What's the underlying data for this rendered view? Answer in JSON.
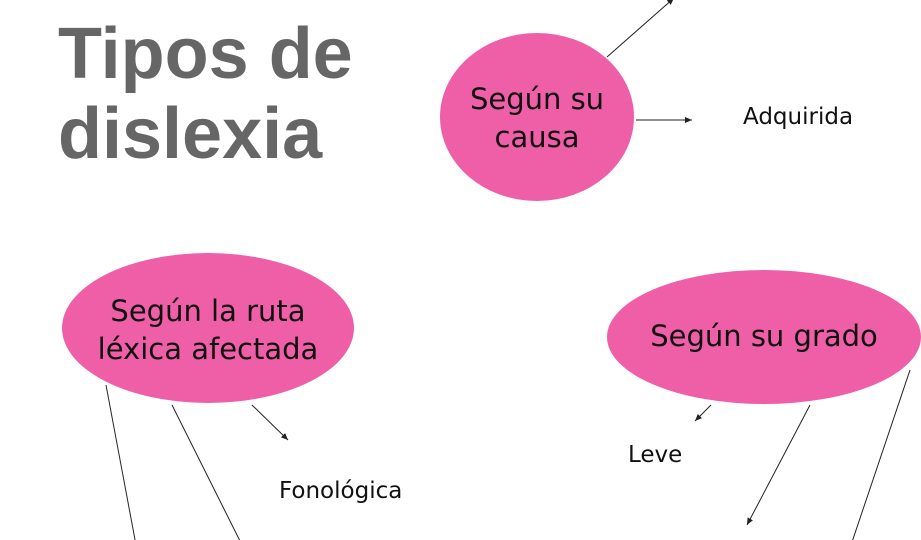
{
  "title": [
    "Tipos de",
    "dislexia"
  ],
  "colors": {
    "node_fill": "#EE5FA7",
    "title": "#666666",
    "line": "#222222"
  },
  "nodes": {
    "causa": {
      "label": "Según su causa"
    },
    "ruta": {
      "label": "Según la ruta léxica afectada"
    },
    "grado": {
      "label": "Según su grado"
    }
  },
  "leaves": {
    "adquirida": "Adquirida",
    "fonologica": "Fonológica",
    "leve": "Leve"
  }
}
